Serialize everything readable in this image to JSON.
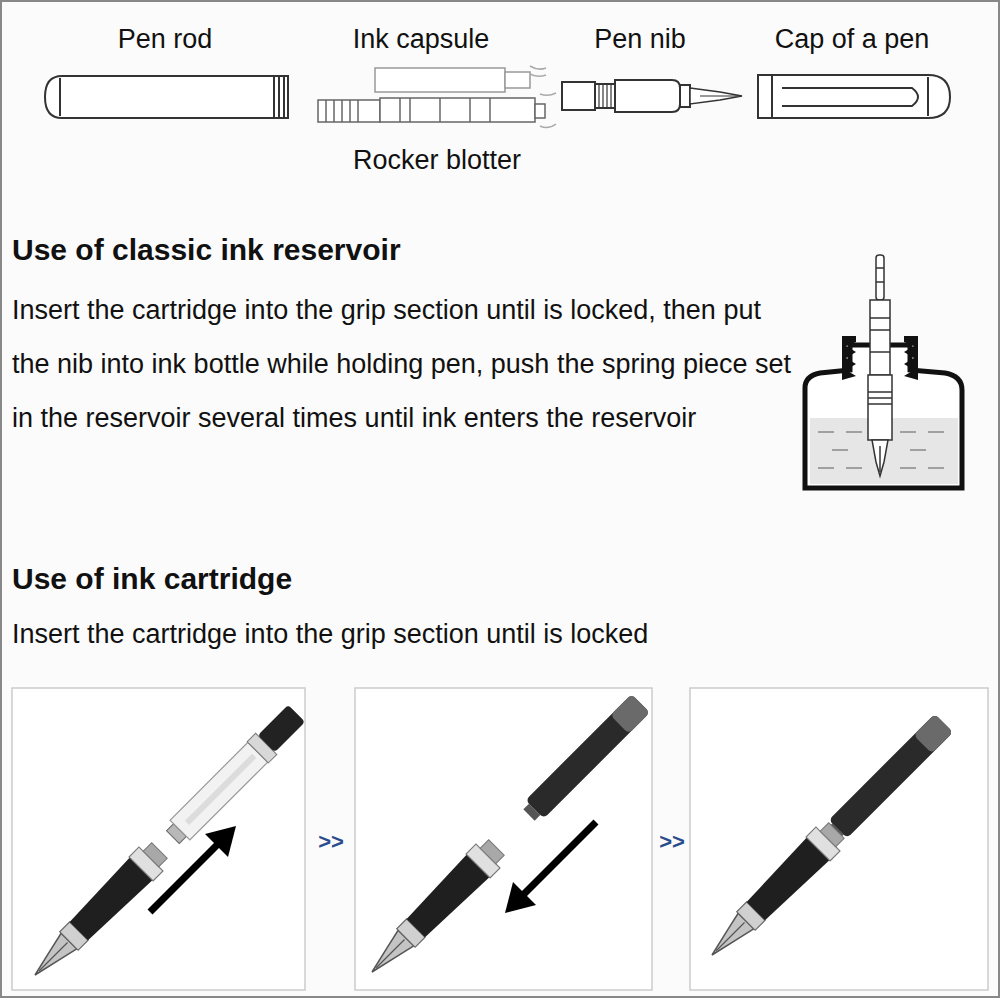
{
  "diagram": {
    "labels": [
      "Pen rod",
      "Ink capsule",
      "Pen nib",
      "Cap of a pen",
      "Rocker blotter",
      "Use of classic ink reservoir",
      "Insert the cartridge into the grip section until is locked, then put the nib into ink bottle while holding pen, push the spring piece set in the reservoir several times until ink enters the reservoir",
      "Use of ink cartridge",
      "Insert the cartridge into the grip section until is locked",
      ">>",
      ">>"
    ]
  }
}
